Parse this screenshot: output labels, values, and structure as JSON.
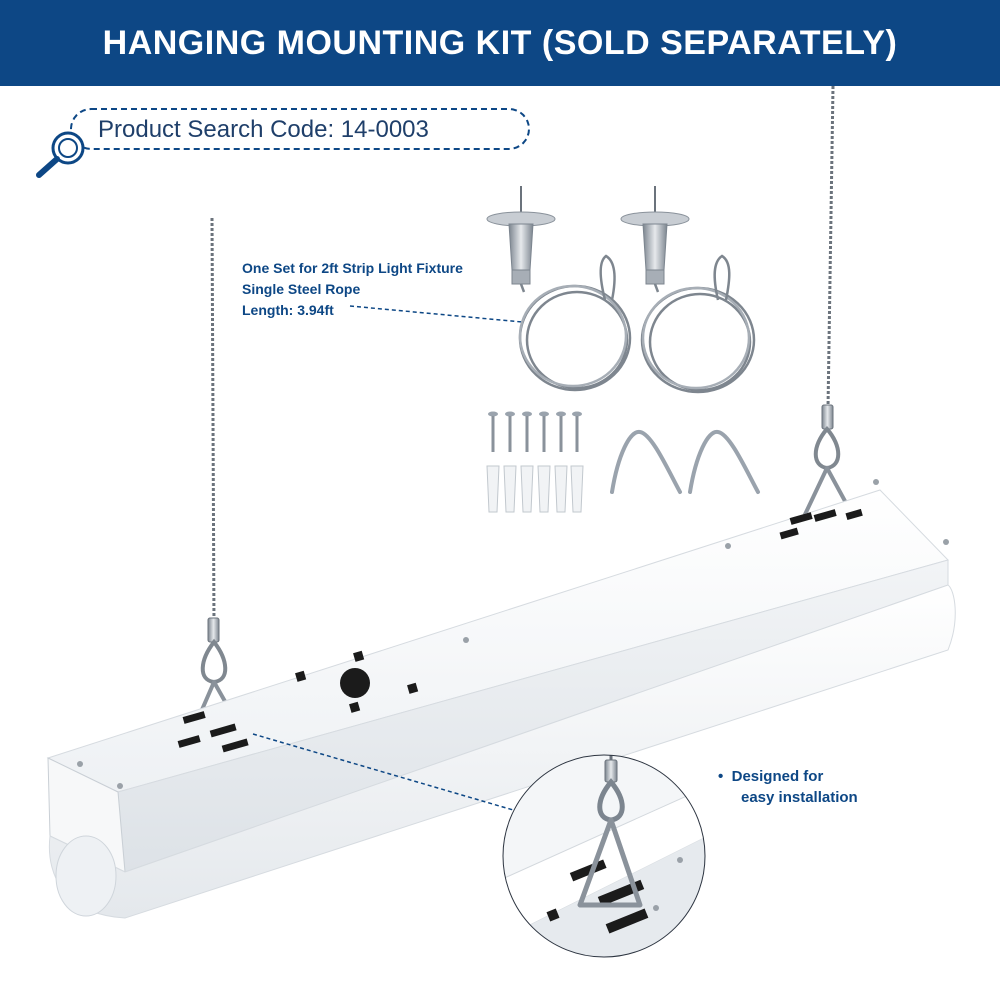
{
  "banner": {
    "title": "HANGING MOUNTING KIT (SOLD SEPARATELY)",
    "background": "#0d4785"
  },
  "search": {
    "label": "Product Search Code: 14-0003",
    "icon": "magnifier-icon"
  },
  "spec": {
    "line1": "One Set for 2ft Strip Light Fixture",
    "line2": "Single Steel Rope",
    "line3": "Length: 3.94ft"
  },
  "feature": {
    "bullet": "•",
    "line1": "Designed for",
    "line2": "easy installation"
  },
  "kit_items": {
    "ceiling_plates": 2,
    "wire_ropes": 2,
    "screws": 6,
    "wall_anchors": 6,
    "v_hooks": 2
  },
  "colors": {
    "accent": "#0d4785",
    "fixture": "#f4f6f8",
    "steel": "#9aa3ad"
  }
}
